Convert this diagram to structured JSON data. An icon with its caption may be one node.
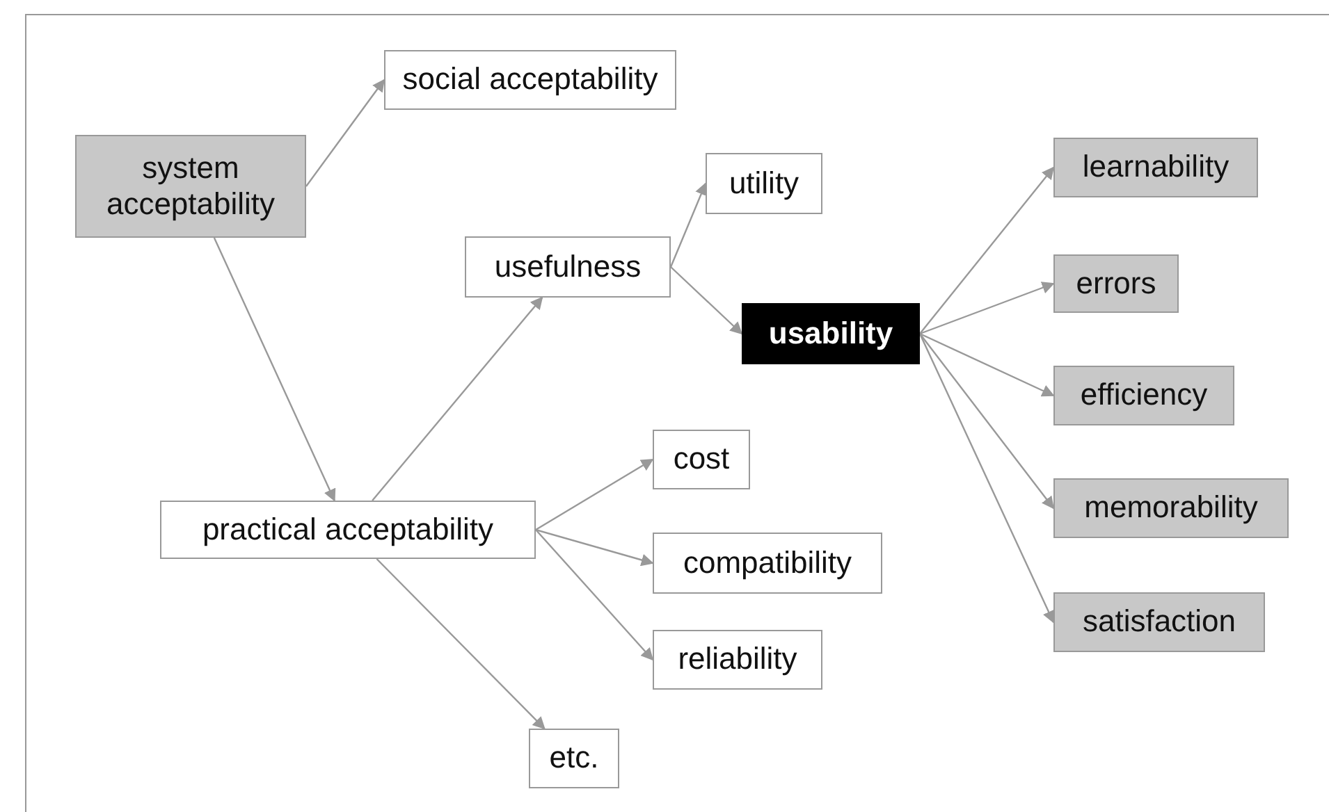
{
  "diagram": {
    "nodes": [
      {
        "text": [
          "system acceptability"
        ]
      },
      {
        "text": [
          "social acceptability"
        ]
      },
      {
        "text": [
          "usefulness"
        ]
      },
      {
        "text": [
          "utility"
        ]
      },
      {
        "text": [
          "usability"
        ]
      },
      {
        "text": [
          "learnability"
        ]
      },
      {
        "text": [
          "errors"
        ]
      },
      {
        "text": [
          "efficiency"
        ]
      },
      {
        "text": [
          "memorability"
        ]
      },
      {
        "text": [
          "satisfaction"
        ]
      },
      {
        "text": [
          "practical acceptability"
        ]
      },
      {
        "text": [
          "cost"
        ]
      },
      {
        "text": [
          "compatibility"
        ]
      },
      {
        "text": [
          "reliability"
        ]
      },
      {
        "text": [
          "etc."
        ]
      }
    ],
    "edges": [
      {
        "from": 0,
        "to": 1,
        "arrow": "to"
      },
      {
        "from": 0,
        "to": 10,
        "arrow": "to"
      },
      {
        "from": 10,
        "to": 2,
        "arrow": "to"
      },
      {
        "from": 2,
        "to": 3,
        "arrow": "to"
      },
      {
        "from": 2,
        "to": 4,
        "arrow": "to"
      },
      {
        "from": 4,
        "to": 5,
        "arrow": "to"
      },
      {
        "from": 4,
        "to": 6,
        "arrow": "to"
      },
      {
        "from": 4,
        "to": 7,
        "arrow": "to"
      },
      {
        "from": 4,
        "to": 8,
        "arrow": "to"
      },
      {
        "from": 4,
        "to": 9,
        "arrow": "to"
      },
      {
        "from": 10,
        "to": 11,
        "arrow": "to"
      },
      {
        "from": 10,
        "to": 12,
        "arrow": "to"
      },
      {
        "from": 10,
        "to": 13,
        "arrow": "to"
      },
      {
        "from": 10,
        "to": 14,
        "arrow": "to"
      }
    ]
  }
}
